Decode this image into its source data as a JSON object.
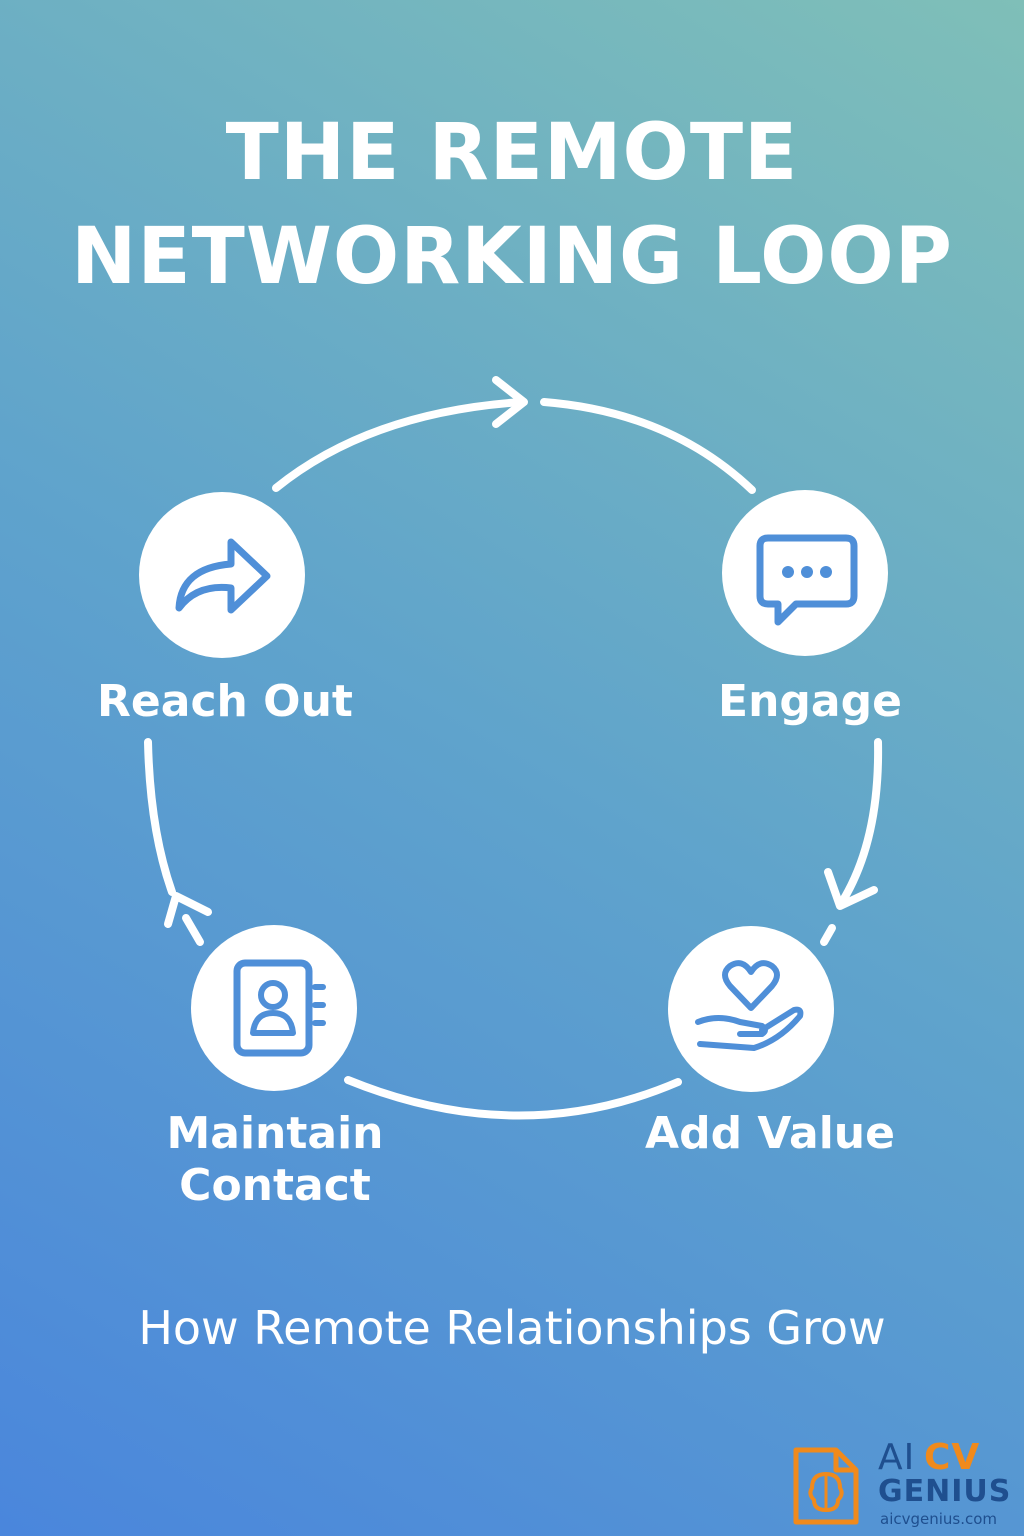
{
  "title": {
    "line1": "THE REMOTE",
    "line2": "NETWORKING LOOP"
  },
  "steps": [
    {
      "label": "Reach Out",
      "icon": "share-arrow-icon"
    },
    {
      "label": "Engage",
      "icon": "chat-bubble-icon"
    },
    {
      "label": "Add Value",
      "icon": "heart-hand-icon"
    },
    {
      "label_line1": "Maintain",
      "label_line2": "Contact",
      "icon": "contact-book-icon"
    }
  ],
  "subtitle": "How Remote Relationships Grow",
  "logo": {
    "ai": "AI",
    "cv": "CV",
    "genius": "GENIUS",
    "url": "aicvgenius.com"
  },
  "colors": {
    "icon_blue": "#4f8fd8",
    "logo_blue": "#1f4f8f",
    "logo_orange": "#f08a1c",
    "gradient_start": "#4a86dc",
    "gradient_end": "#7fbfb8"
  }
}
